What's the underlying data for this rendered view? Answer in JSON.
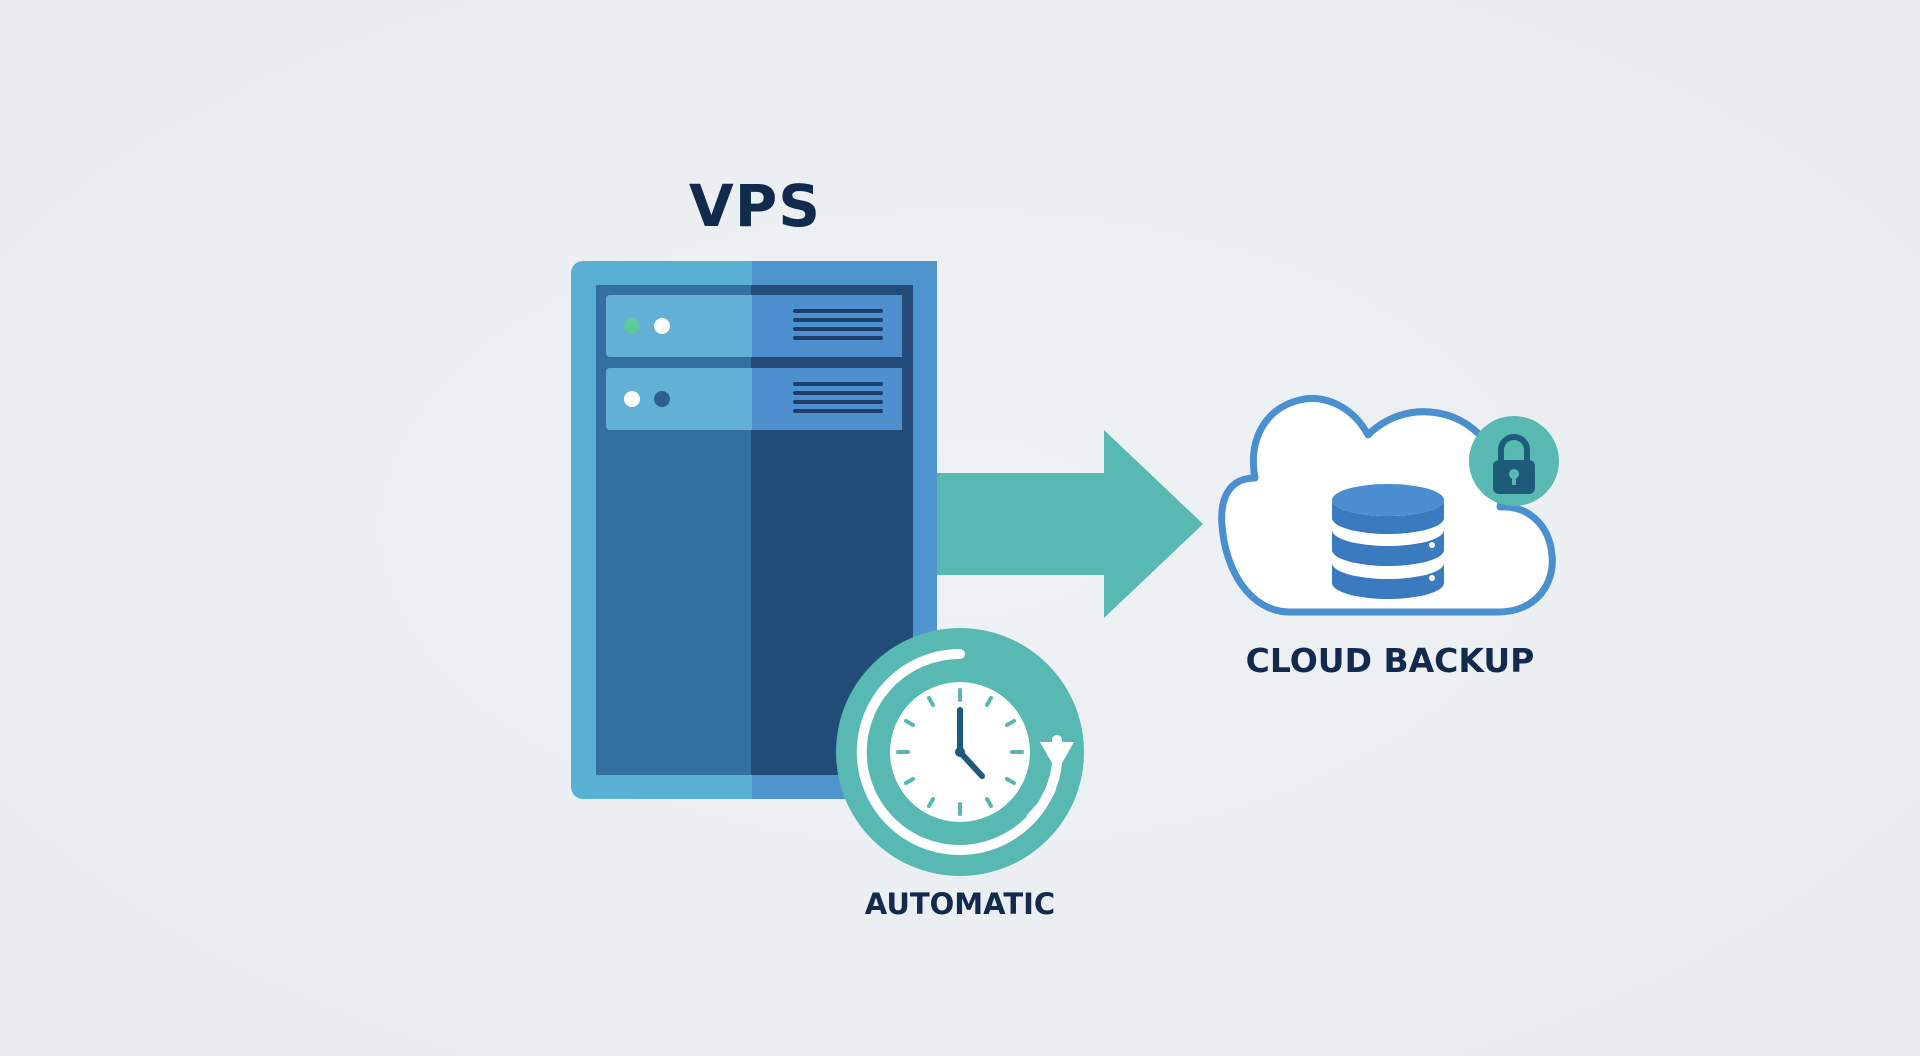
{
  "labels": {
    "source": "VPS",
    "destination": "CLOUD BACKUP",
    "schedule": "AUTOMATIC"
  },
  "icons": {
    "server": "server-icon",
    "arrow": "arrow-right-icon",
    "cloud": "cloud-icon",
    "database": "database-icon",
    "lock": "lock-icon",
    "clock": "clock-icon"
  },
  "colors": {
    "background": "#ebeef1",
    "server_frame": "#5ab0d4",
    "server_left": "#336fa0",
    "server_right": "#244c78",
    "arrow": "#58b8b2",
    "cloud_outline": "#4a8fd0",
    "database": "#3a7bc0",
    "teal_badge": "#58b8b2",
    "text": "#132a4f"
  }
}
